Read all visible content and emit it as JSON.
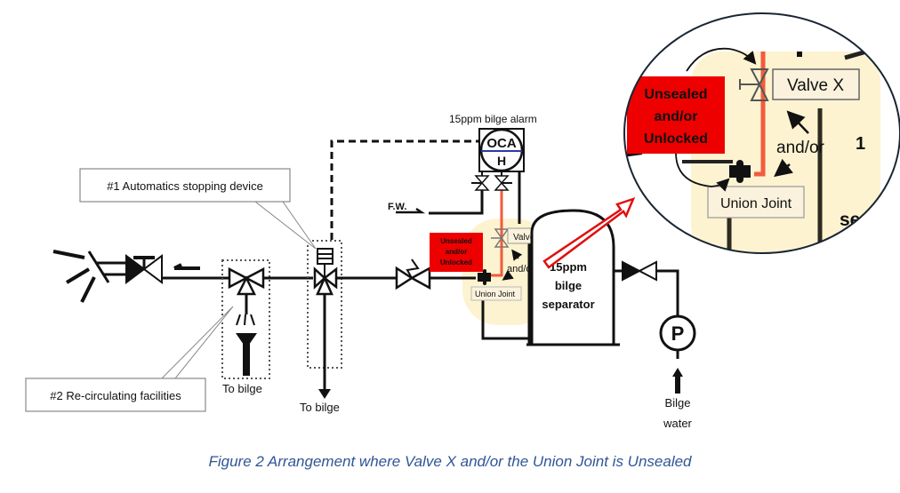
{
  "colors": {
    "line": "#111111",
    "highlight_red": "#ee0000",
    "red_pipe": "#f25b3c",
    "callout_fill": "#fdf3d0",
    "caption_blue": "#2f5597",
    "alarm_blue": "#2b3aa8",
    "circle_stroke": "#1a2533"
  },
  "callouts": {
    "automatics": "#1 Automatics stopping device",
    "recirculating": "#2 Re-circulating facilities"
  },
  "labels": {
    "to_bilge_1": "To bilge",
    "to_bilge_2": "To bilge",
    "alarm_title": "15ppm bilge alarm",
    "oca": "OCA",
    "oca_h": "H",
    "fw": "F.W.",
    "separator_line1": "15ppm",
    "separator_line2": "bilge",
    "separator_line3": "separator",
    "pump": "P",
    "bilge_water_line1": "Bilge",
    "bilge_water_line2": "water"
  },
  "highlight": {
    "warning_line1": "Unsealed",
    "warning_line2": "and/or",
    "warning_line3": "Unlocked",
    "valve_x": "Valve X",
    "and_or": "and/or",
    "union_joint": "Union Joint"
  },
  "zoom_inset": {
    "warning_line1": "Unsealed",
    "warning_line2": "and/or",
    "warning_line3": "Unlocked",
    "valve_x": "Valve X",
    "and_or": "and/or",
    "union_joint": "Union Joint",
    "partial_1": "1",
    "partial_se": "se"
  },
  "caption": "Figure 2 Arrangement where Valve X and/or the Union Joint is Unsealed"
}
